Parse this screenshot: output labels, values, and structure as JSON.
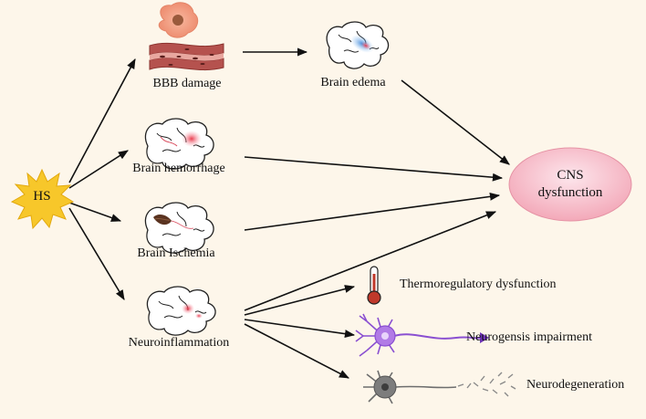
{
  "nodes": {
    "hs": "HS",
    "bbb": "BBB damage",
    "edema": "Brain edema",
    "hemorrhage": "Brain hemorrhage",
    "ischemia": "Brain Ischemia",
    "neuroinflammation": "Neuroinflammation",
    "cns_line1": "CNS",
    "cns_line2": "dysfunction",
    "thermo": "Thermoregulatory dysfunction",
    "neurogenesis": "Neurogensis impairment",
    "neurodegeneration": "Neurodegeneration"
  },
  "icons": {
    "hs": "starburst-icon",
    "bbb": "blood-vessel-cell-icon",
    "edema": "brain-edema-icon",
    "hemorrhage": "brain-hemorrhage-icon",
    "ischemia": "brain-ischemia-icon",
    "neuroinflammation": "brain-inflammation-icon",
    "thermo": "thermometer-icon",
    "neurogenesis": "neuron-purple-icon",
    "neurodegeneration": "neuron-degenerating-icon"
  },
  "colors": {
    "background": "#fdf6ea",
    "starburst": "#f7c72a",
    "cns_fill": "#f6bcc8",
    "vessel": "#b5524e",
    "cell": "#f4a78c",
    "thermometer": "#c0392b",
    "neuron_purple": "#8a4fd1",
    "neuron_gray": "#6d6d6d"
  }
}
